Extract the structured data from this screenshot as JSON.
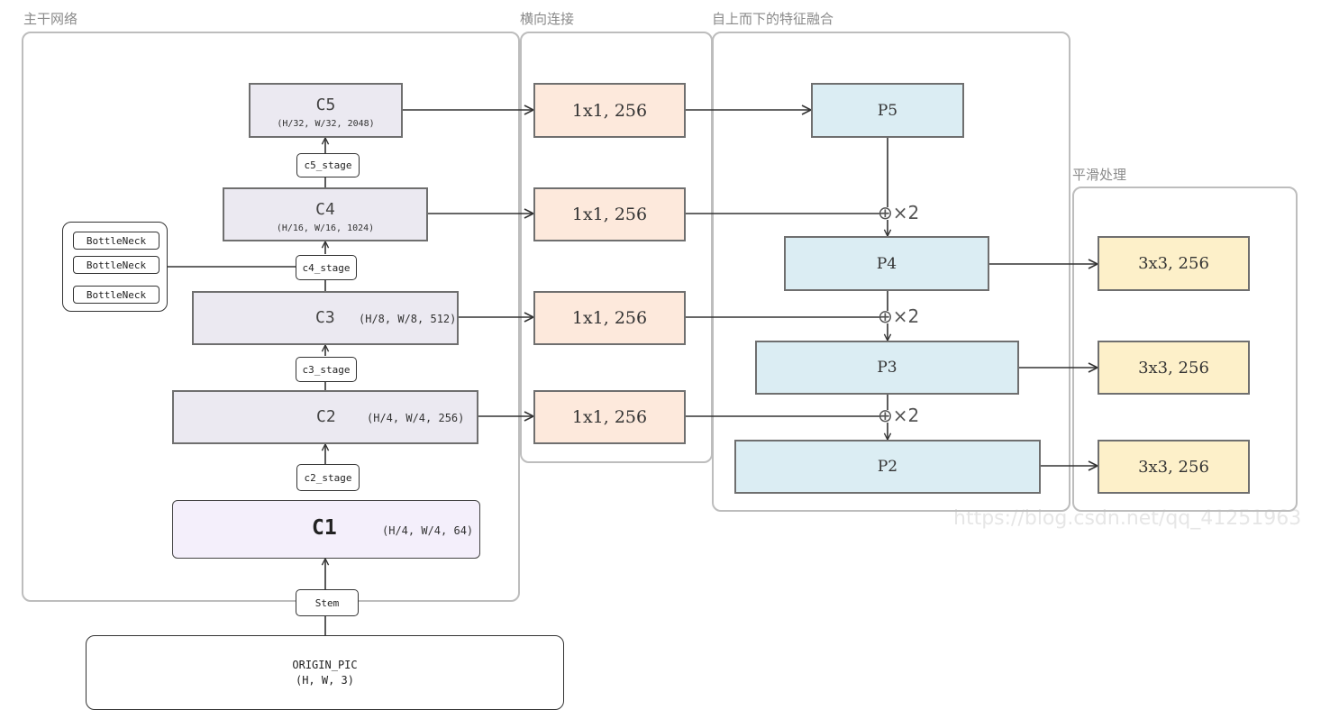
{
  "groups": {
    "backbone": "主干网络",
    "lateral": "横向连接",
    "topdown": "自上而下的特征融合",
    "smooth": "平滑处理"
  },
  "backbone": {
    "c5": {
      "name": "C5",
      "dims": "(H/32, W/32, 2048)"
    },
    "c4": {
      "name": "C4",
      "dims": "(H/16, W/16, 1024)"
    },
    "c3": {
      "name": "C3",
      "dims": "(H/8, W/8, 512)"
    },
    "c2": {
      "name": "C2",
      "dims": "(H/4, W/4, 256)"
    },
    "c1": {
      "name": "C1",
      "dims": "(H/4, W/4, 64)"
    },
    "stages": {
      "c5": "c5_stage",
      "c4": "c4_stage",
      "c3": "c3_stage",
      "c2": "c2_stage",
      "stem": "Stem"
    },
    "bottleneck": [
      "BottleNeck",
      "BottleNeck",
      "BottleNeck"
    ],
    "origin": {
      "name": "ORIGIN_PIC",
      "dims": "(H, W, 3)"
    }
  },
  "lateral": [
    "1x1, 256",
    "1x1, 256",
    "1x1, 256",
    "1x1, 256"
  ],
  "topdown": {
    "p5": "P5",
    "p4": "P4",
    "p3": "P3",
    "p2": "P2",
    "upsample": "⊕×2"
  },
  "smooth": [
    "3x3, 256",
    "3x3, 256",
    "3x3, 256"
  ],
  "watermark": "https://blog.csdn.net/qq_41251963"
}
